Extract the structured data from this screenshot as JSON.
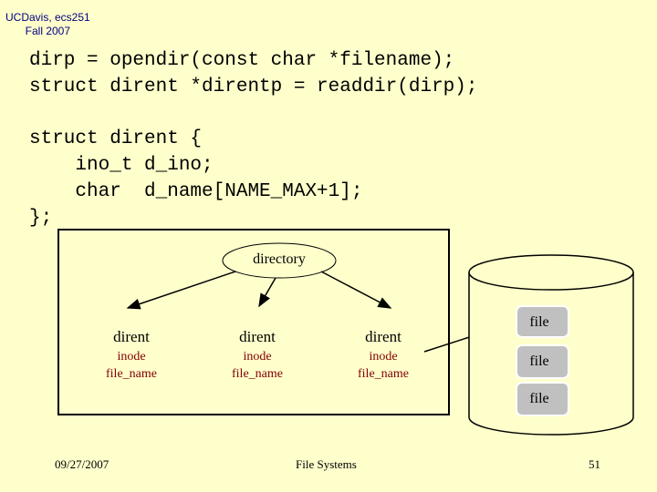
{
  "header": {
    "line1": "UCDavis, ecs251",
    "line2": "Fall 2007"
  },
  "code": {
    "lines1": [
      "dirp = opendir(const char *filename);",
      "struct dirent *direntp = readdir(dirp);"
    ],
    "lines2": [
      "struct dirent {",
      "    ino_t d_ino;",
      "    char  d_name[NAME_MAX+1];",
      "};"
    ]
  },
  "diagram": {
    "directory_label": "directory",
    "dirents": [
      {
        "title": "dirent",
        "field1": "inode",
        "field2": "file_name"
      },
      {
        "title": "dirent",
        "field1": "inode",
        "field2": "file_name"
      },
      {
        "title": "dirent",
        "field1": "inode",
        "field2": "file_name"
      }
    ],
    "files": [
      "file",
      "file",
      "file"
    ]
  },
  "footer": {
    "date": "09/27/2007",
    "title": "File Systems",
    "page": "51"
  },
  "colors": {
    "background": "#ffffcc",
    "field_text": "#800000",
    "file_fill": "#c0c0c0"
  }
}
